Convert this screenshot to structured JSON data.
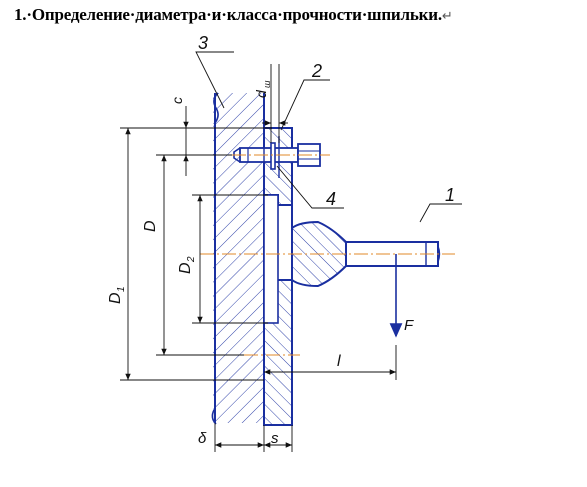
{
  "heading": {
    "text": "1.·Определение·диаметра·и·класса·прочности·шпильки.",
    "return_mark": "↵"
  },
  "callouts": {
    "flange_plate": "3",
    "stud": "2",
    "pipe_arm": "1",
    "washer": "4"
  },
  "dimensions": {
    "c": "c",
    "dw": "d",
    "dw_sub": "ш",
    "D": "D",
    "D1": "D",
    "D1_sub": "1",
    "D2": "D",
    "D2_sub": "2",
    "l": "l",
    "delta": "δ",
    "s": "s"
  },
  "force": {
    "label": "F"
  },
  "colors": {
    "outline": "#1a2fa0",
    "hatch": "#1a2fa0",
    "axis": "#e08a2a",
    "dim": "#111111"
  }
}
